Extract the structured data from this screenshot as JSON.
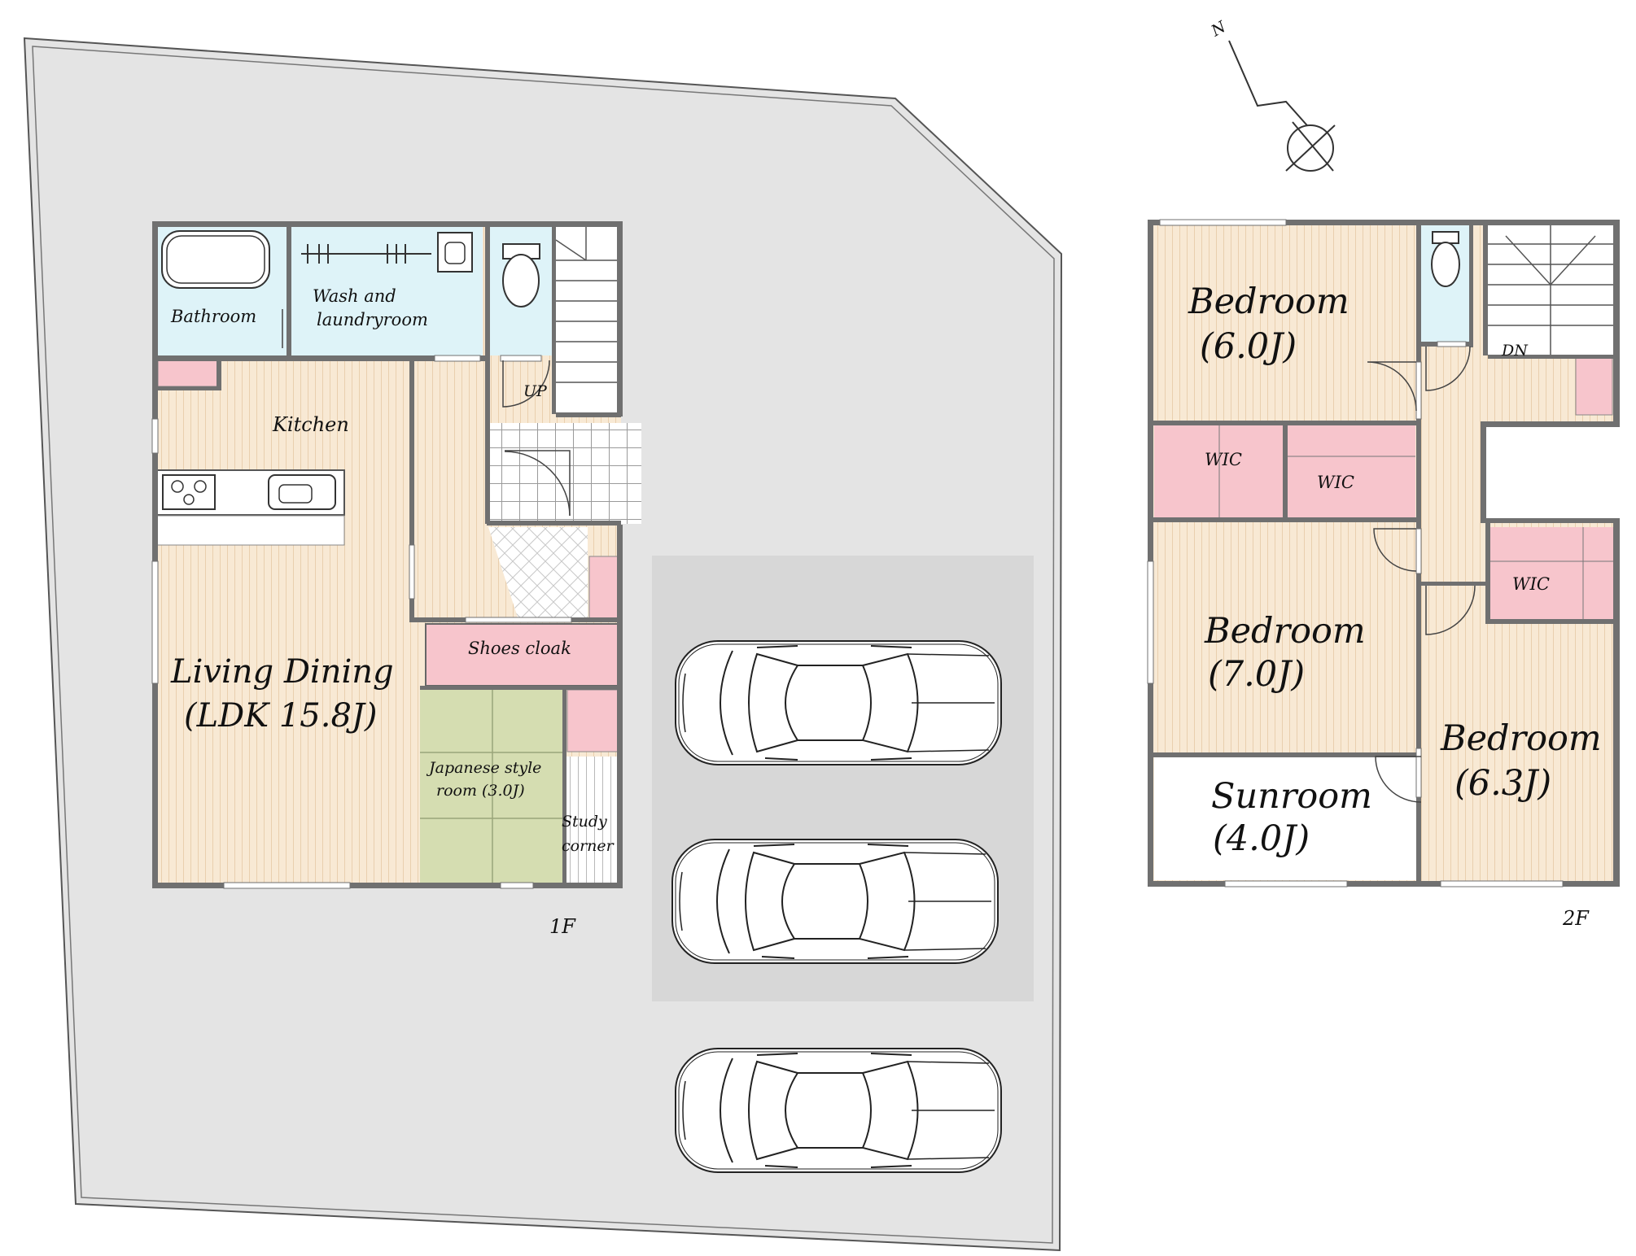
{
  "colors": {
    "site": "#e4e4e4",
    "parking": "#d7d7d7",
    "wood": "#f8e9d4",
    "wet_room": "#def3f8",
    "storage": "#f7c5cc",
    "tatami": "#d5ddb1",
    "wall": "#707070",
    "sunroom": "#ffffff"
  },
  "floor1": {
    "label": "1F",
    "rooms": {
      "bathroom": "Bathroom",
      "wash_line1": "Wash and",
      "wash_line2": "laundryroom",
      "kitchen": "Kitchen",
      "stair": "UP",
      "ldk_line1": "Living Dining",
      "ldk_line2": "(LDK 15.8J)",
      "shoes": "Shoes cloak",
      "japanese_line1": "Japanese style",
      "japanese_line2": "room  (3.0J)",
      "study_line1": "Study",
      "study_line2": "corner"
    }
  },
  "floor2": {
    "label": "2F",
    "rooms": {
      "bed1_line1": "Bedroom",
      "bed1_line2": "(6.0J)",
      "wic1": "WIC",
      "wic2": "WIC",
      "wic3": "WIC",
      "stair": "DN",
      "bed2_line1": "Bedroom",
      "bed2_line2": "(7.0J)",
      "bed3_line1": "Bedroom",
      "bed3_line2": "(6.3J)",
      "sun_line1": "Sunroom",
      "sun_line2": "(4.0J)"
    }
  },
  "compass": {
    "label": "N",
    "icon": "north-arrow-icon"
  },
  "parking": {
    "cars": 3,
    "icon": "car-icon"
  }
}
